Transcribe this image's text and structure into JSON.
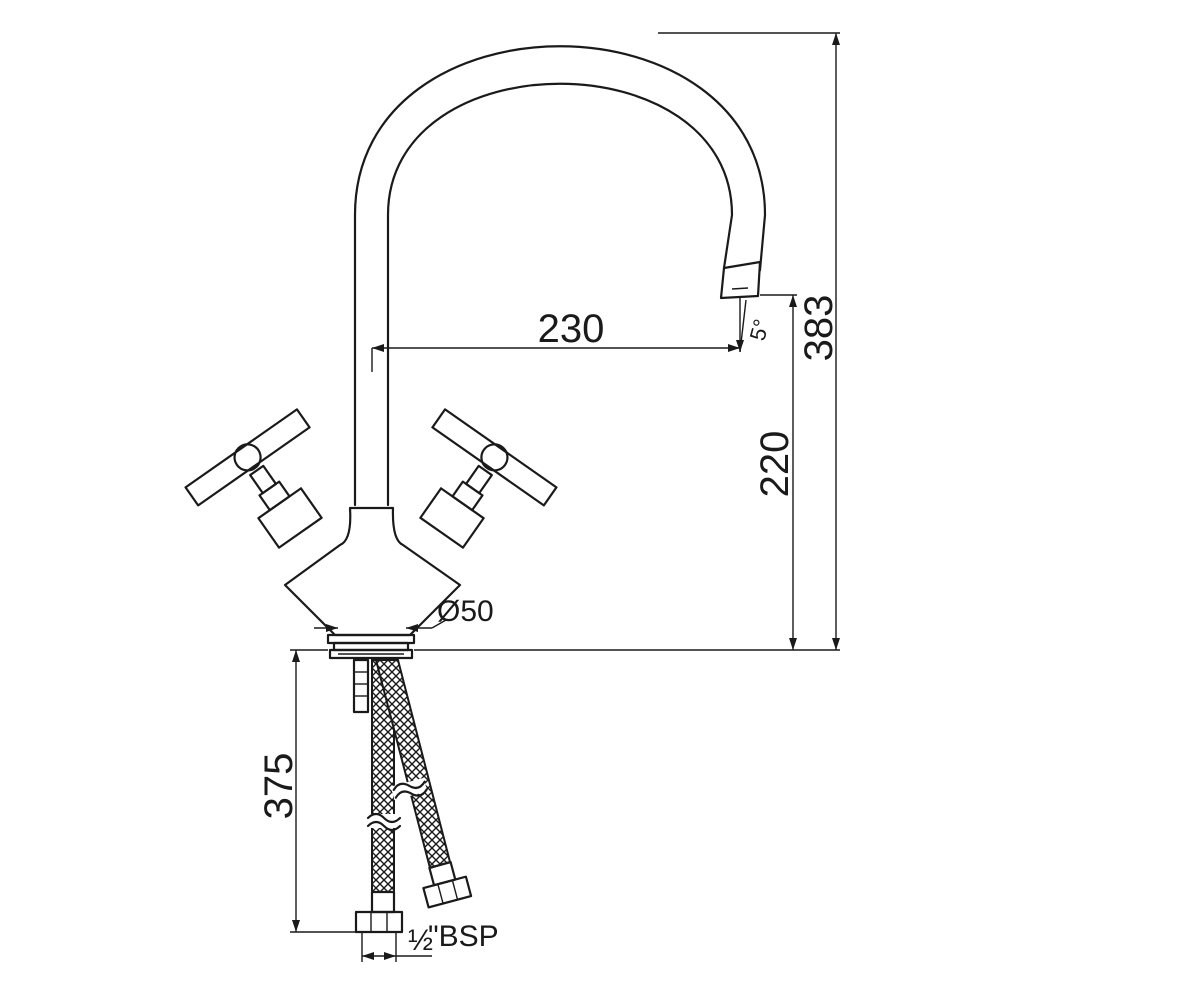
{
  "drawing": {
    "dims": {
      "reach": "230",
      "total_height": "383",
      "spout_height": "220",
      "below_deck": "375",
      "base_diameter": "Ø50",
      "angle": "5°"
    },
    "thread": {
      "fraction": "½",
      "label": "\"BSP"
    }
  }
}
